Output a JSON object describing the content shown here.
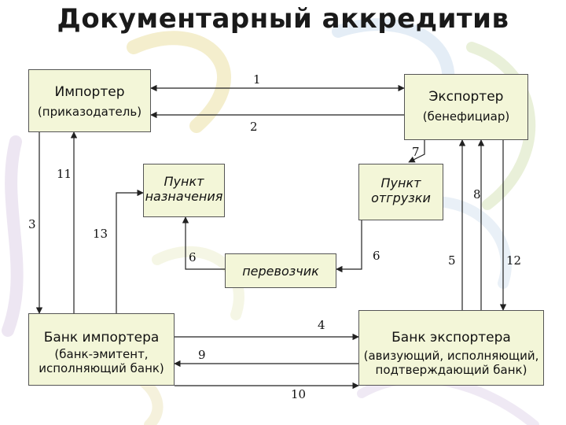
{
  "title": "Документарный аккредитив",
  "boxes": {
    "importer": {
      "line1": "Импортер",
      "line2": "(приказодатель)"
    },
    "exporter": {
      "line1": "Экспортер",
      "line2": "(бенефициар)"
    },
    "destination": {
      "line1": "Пункт",
      "line2": "назначения"
    },
    "shipment": {
      "line1": "Пункт",
      "line2": "отгрузки"
    },
    "importer_bank": {
      "line1": "Банк импортера",
      "line2": "(банк-эмитент,",
      "line3": "исполняющий банк)"
    },
    "exporter_bank": {
      "line1": "Банк экспортера",
      "line2": "(авизующий, исполняющий,",
      "line3": "подтверждающий банк)"
    }
  },
  "carrier": "перевозчик",
  "numbers": {
    "n1": "1",
    "n2": "2",
    "n3": "3",
    "n4": "4",
    "n5": "5",
    "n6a": "6",
    "n6b": "6",
    "n7": "7",
    "n8": "8",
    "n9": "9",
    "n10": "10",
    "n11": "11",
    "n12": "12",
    "n13": "13"
  },
  "colors": {
    "box_fill": "#f3f6d8",
    "line": "#222222"
  }
}
